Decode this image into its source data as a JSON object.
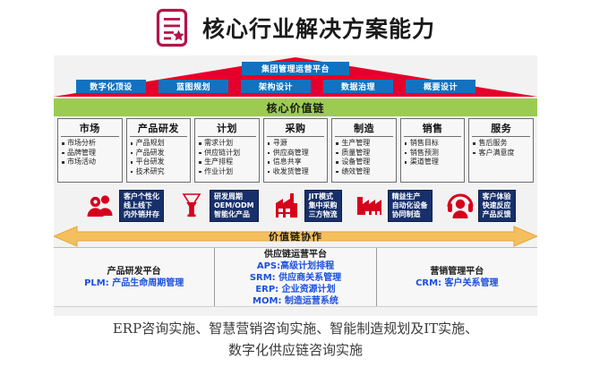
{
  "header": {
    "title": "核心行业解决方案能力",
    "icon": "document-star-icon",
    "icon_color": "#b5134a"
  },
  "roof": {
    "group_platform": "集团管理运营平台",
    "pillars": [
      "数字化顶设",
      "蓝图规划",
      "架构设计",
      "数据治理",
      "概要设计"
    ],
    "roof_color": "#e4002b",
    "box_color": "#1272c0"
  },
  "value_chain": {
    "band_label": "核心价值链",
    "band_color": "#9ccb52",
    "columns": [
      {
        "title": "市场",
        "items": [
          "市场分析",
          "品牌管理",
          "市场活动"
        ]
      },
      {
        "title": "产品研发",
        "items": [
          "产品规划",
          "产品研发",
          "平台研发",
          "技术研究"
        ]
      },
      {
        "title": "计划",
        "items": [
          "需求计划",
          "供应链计划",
          "生产排程",
          "作业计划"
        ]
      },
      {
        "title": "采购",
        "items": [
          "寻源",
          "供应商管理",
          "信息共享",
          "收发货管理"
        ]
      },
      {
        "title": "制造",
        "items": [
          "生产管理",
          "质量管理",
          "设备管理",
          "绩效管理"
        ]
      },
      {
        "title": "销售",
        "items": [
          "销售目标",
          "销售预测",
          "渠道管理"
        ]
      },
      {
        "title": "服务",
        "items": [
          "售后服务",
          "客户满意度"
        ]
      }
    ]
  },
  "icon_strip": {
    "items": [
      {
        "icon": "customers-icon",
        "label": "客户个性化\n线上线下\n内外销并存"
      },
      {
        "icon": "flask-icon",
        "label": "研发周期\nOEM/ODM\n智能化产品"
      },
      {
        "icon": "factory-icon",
        "label": "JIT模式\n集中采购\n三方物流"
      },
      {
        "icon": "plant-icon",
        "label": "精益生产\n自动化设备\n协同制造"
      },
      {
        "icon": "headset-support-icon",
        "label": "客户体验\n快速反应\n产品反馈"
      }
    ],
    "label_color": "#17306b",
    "icon_color": "#d5001c"
  },
  "collaboration": {
    "label": "价值链协作",
    "arrow_color": "#f6bf5e"
  },
  "platforms": [
    {
      "title": "产品研发平台",
      "lines": [
        "PLM: 产品生命周期管理"
      ]
    },
    {
      "title": "供应链运营平台",
      "lines": [
        "APS:高级计划排程",
        "SRM: 供应商关系管理",
        "ERP: 企业资源计划",
        "MOM: 制造运营系统"
      ]
    },
    {
      "title": "营销管理平台",
      "lines": [
        "CRM: 客户关系管理"
      ]
    }
  ],
  "footer": {
    "line1": "ERP咨询实施、智慧营销咨询实施、智能制造规划及IT实施、",
    "line2": "数字化供应链咨询实施"
  }
}
